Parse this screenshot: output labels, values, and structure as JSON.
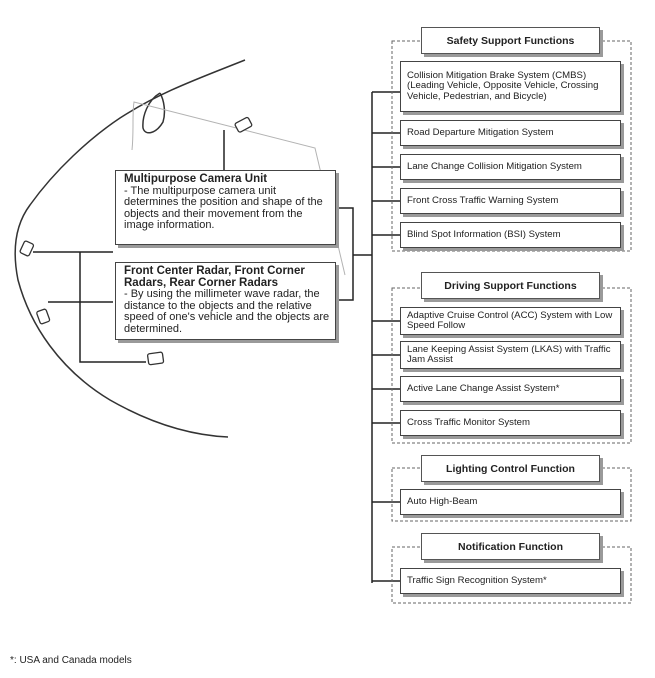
{
  "sensors": {
    "camera": {
      "title": "Multipurpose Camera Unit",
      "description": "- The multipurpose camera unit determines the position and shape of the objects and their movement from the image information."
    },
    "radar": {
      "title": "Front Center Radar, Front Corner Radars, Rear Corner Radars",
      "description": "- By using the millimeter wave radar, the distance to the objects and the relative speed of one's vehicle and the objects are determined."
    }
  },
  "groups": [
    {
      "header": "Safety Support Functions",
      "items": [
        "Collision Mitigation Brake System (CMBS) (Leading Vehicle, Opposite Vehicle, Crossing Vehicle, Pedestrian, and Bicycle)",
        "Road Departure Mitigation System",
        "Lane Change Collision Mitigation System",
        "Front Cross Traffic Warning System",
        "Blind Spot Information (BSI) System"
      ]
    },
    {
      "header": "Driving Support Functions",
      "items": [
        "Adaptive Cruise Control (ACC) System with Low Speed Follow",
        "Lane Keeping Assist System (LKAS) with Traffic Jam Assist",
        "Active Lane Change Assist System*",
        "Cross Traffic Monitor System"
      ]
    },
    {
      "header": "Lighting Control Function",
      "items": [
        "Auto High-Beam"
      ]
    },
    {
      "header": "Notification Function",
      "items": [
        "Traffic Sign Recognition System*"
      ]
    }
  ],
  "footnote": "*: USA and Canada models"
}
